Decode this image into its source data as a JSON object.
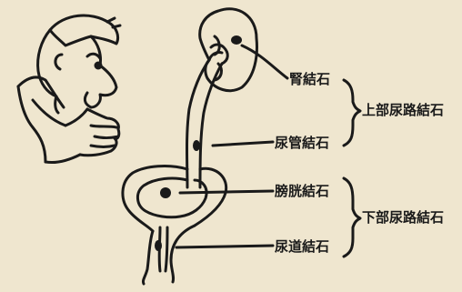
{
  "labels": {
    "kidney_stone": "腎結石",
    "ureter_stone": "尿管結石",
    "bladder_stone": "膀胱結石",
    "urethra_stone": "尿道結石"
  },
  "groups": {
    "upper": "上部尿路結石",
    "lower": "下部尿路結石"
  },
  "colors": {
    "background": "#efe6cf",
    "ink": "#1a1a1a"
  }
}
